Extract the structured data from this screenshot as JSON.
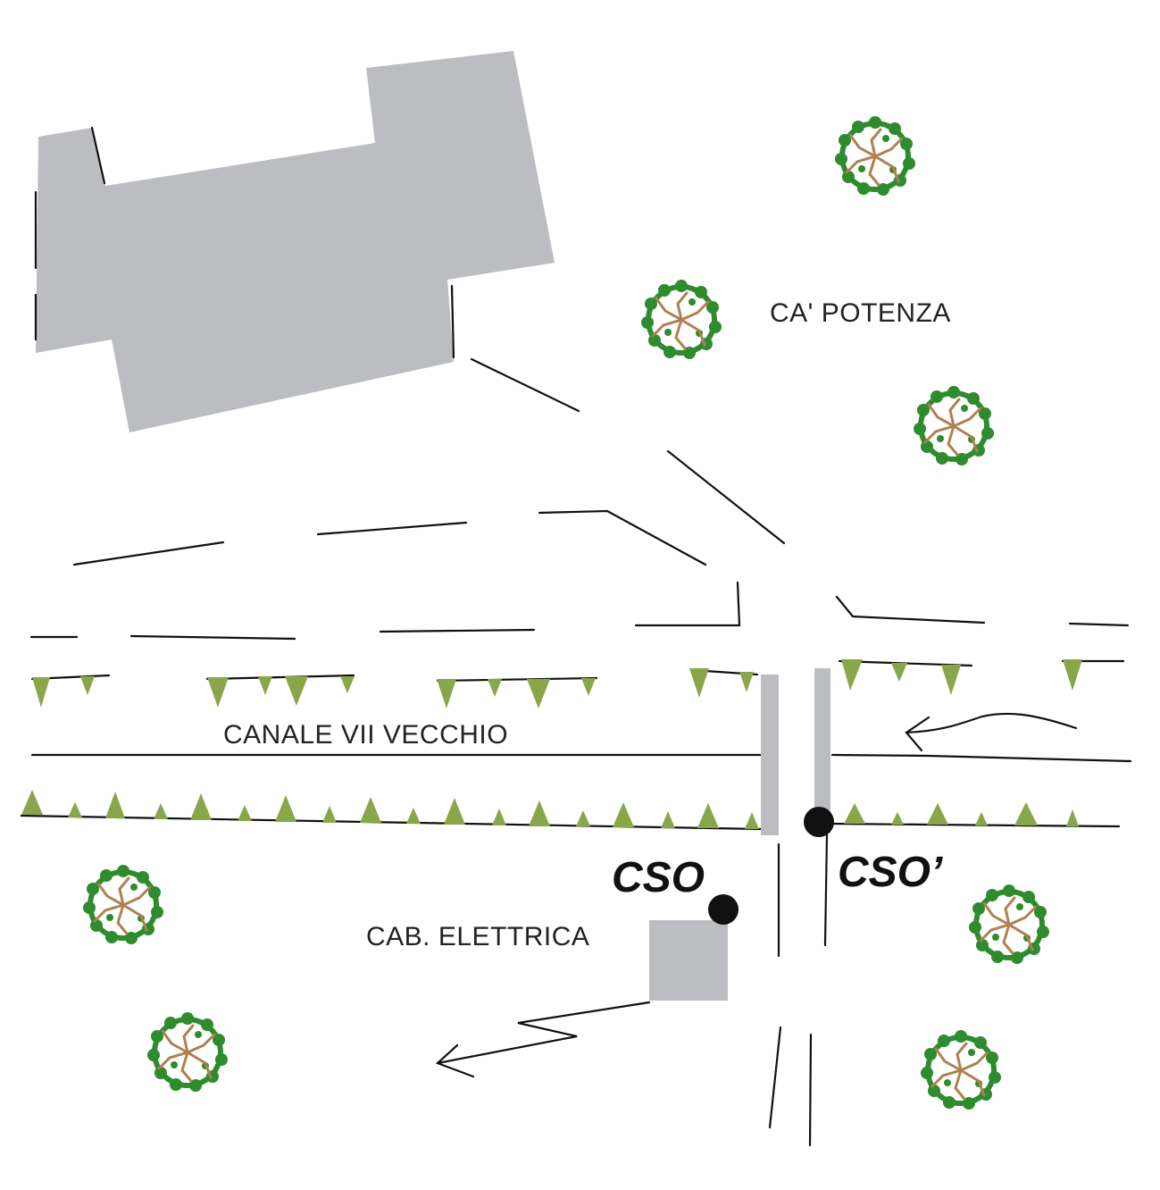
{
  "labels": {
    "area": "CA' POTENZA",
    "canal": "CANALE VII VECCHIO",
    "substation": "CAB. ELETTRICA",
    "cso": "CSO",
    "cso_prime": "CSO’"
  },
  "icons": {
    "tree": "tree-icon",
    "hedge": "hedge-triangle-icon",
    "outfall_point": "outfall-point-icon",
    "flow_arrow": "flow-direction-arrow-icon"
  },
  "colors": {
    "building": "#bcbdc0",
    "culvert": "#bcbdc0",
    "hedge": "#8aa64a",
    "tree_foliage": "#2e8b2e",
    "tree_branch": "#b08050",
    "line": "#111111",
    "point": "#111111"
  }
}
